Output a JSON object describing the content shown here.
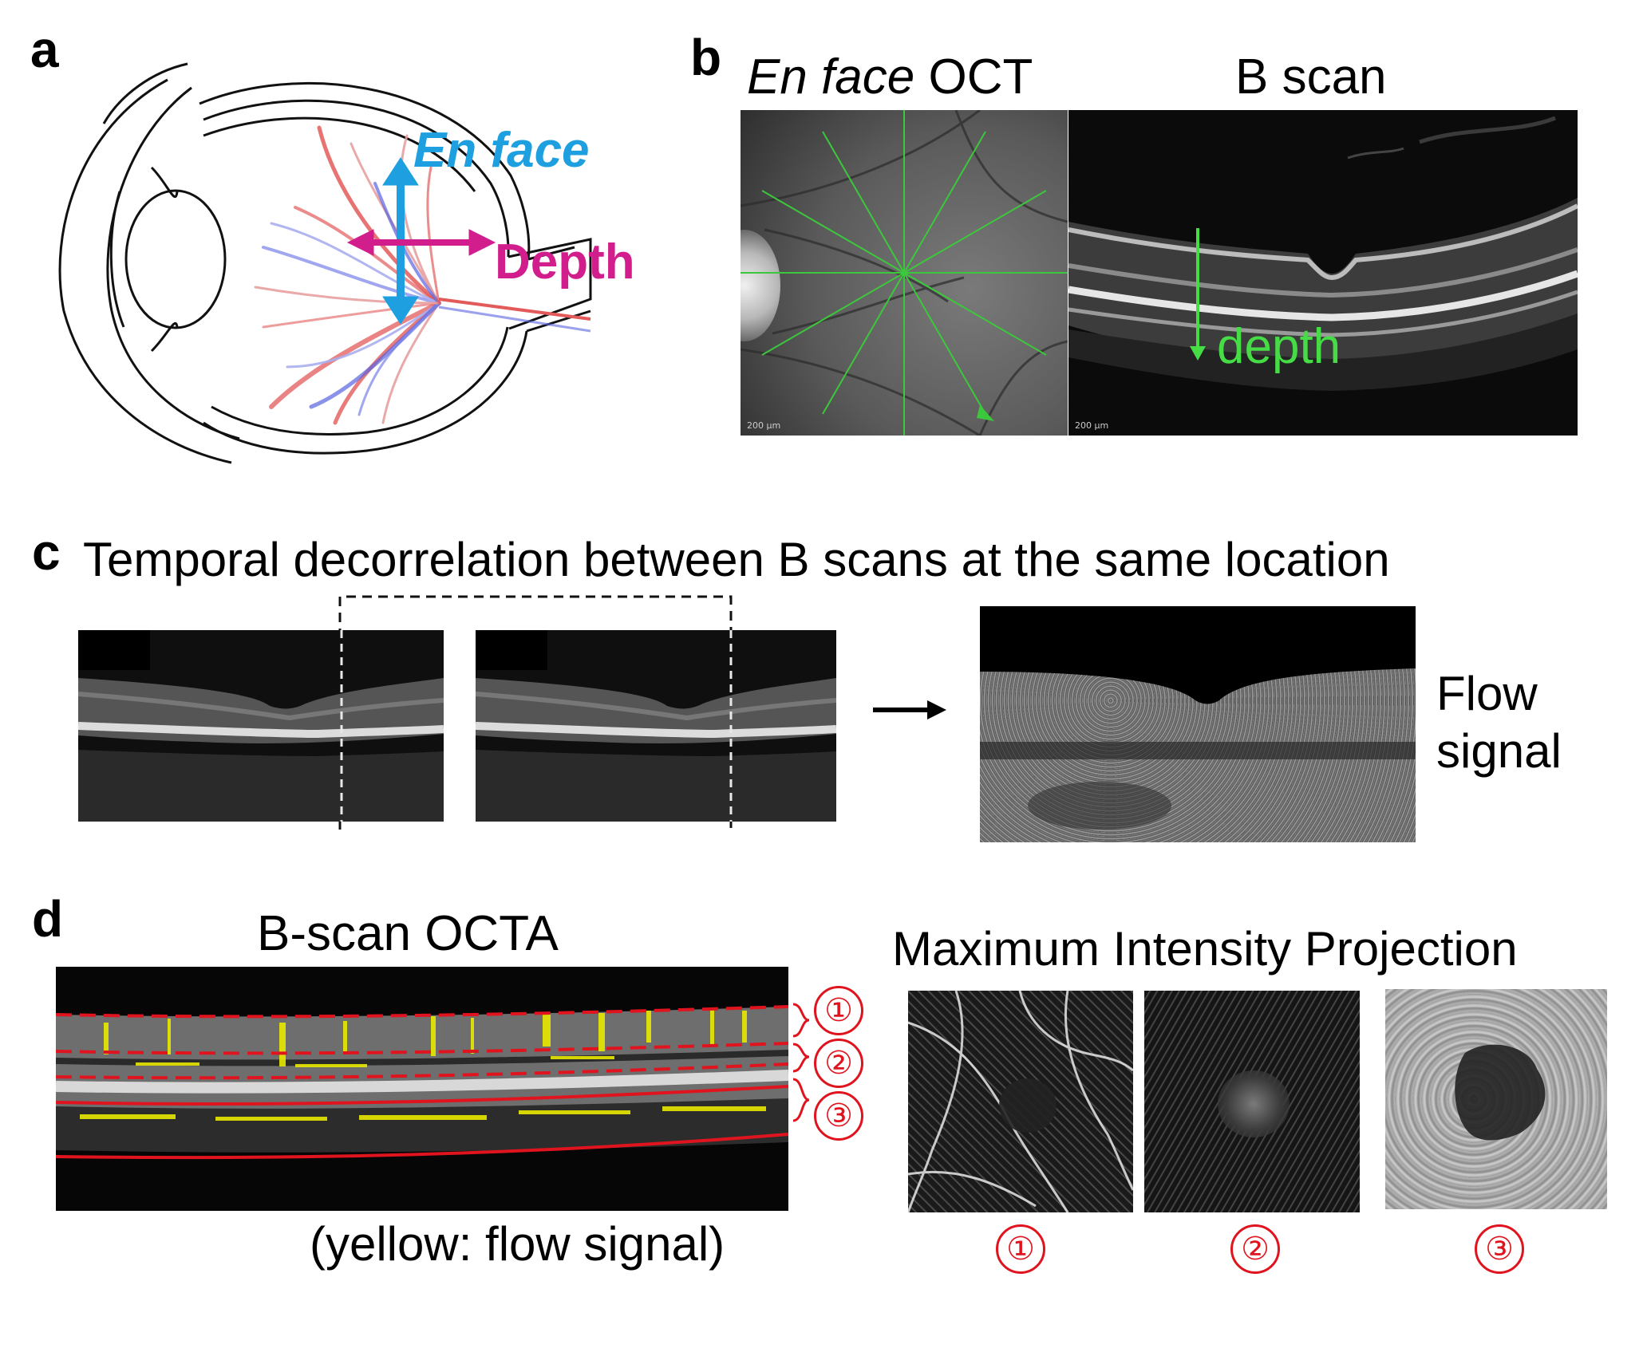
{
  "panel_a": {
    "label": "a",
    "en_face_label": "En face",
    "depth_label": "Depth",
    "colors": {
      "en_face": "#1ea0e0",
      "depth": "#d21e8c",
      "artery": "#e35a5a",
      "vein": "#5a64e0"
    }
  },
  "panel_b": {
    "label": "b",
    "en_face_title_italic": "En face",
    "en_face_title_rest": " OCT",
    "bscan_title": "B scan",
    "depth_label": "depth",
    "scalebar_left": "200 µm",
    "scalebar_right": "200 µm",
    "colors": {
      "scan_lines": "#3cc83c",
      "depth": "#46dc46"
    }
  },
  "panel_c": {
    "label": "c",
    "title": "Temporal decorrelation between B scans at the same location",
    "flow_line1": "Flow",
    "flow_line2": "signal"
  },
  "panel_d": {
    "label": "d",
    "bscan_title": "B-scan OCTA",
    "caption": "(yellow: flow signal)",
    "mip_title": "Maximum Intensity Projection",
    "layer_markers": [
      "①",
      "②",
      "③"
    ],
    "mip_labels": [
      "①",
      "②",
      "③"
    ],
    "colors": {
      "flow": "#e8e800",
      "boundary": "#e0141e"
    }
  }
}
